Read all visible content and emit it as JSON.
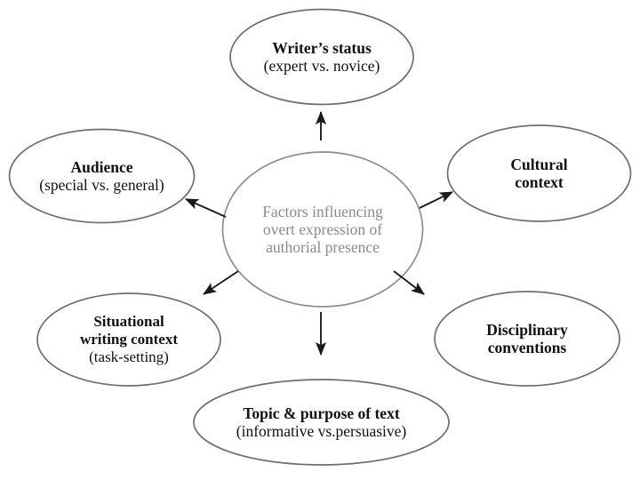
{
  "diagram": {
    "type": "concept-map",
    "title": "Factors influencing overt expression of authorial presence",
    "colors": {
      "ellipse_stroke": "#6e6e6e",
      "center_text": "#8a8a8a",
      "node_text": "#111111",
      "arrow": "#1a1a1a",
      "background": "#ffffff"
    },
    "center": {
      "name": "center-node",
      "lines": [
        "Factors influencing",
        "overt expression of",
        "authorial presence"
      ],
      "line1": "Factors influencing",
      "line2": "overt expression of",
      "line3": "authorial presence"
    },
    "nodes": [
      {
        "id": "writer-status",
        "position": "top",
        "line1": "Writer’s status",
        "line2": "(expert vs. novice)"
      },
      {
        "id": "audience",
        "position": "left-upper",
        "line1": "Audience",
        "line2": "(special vs. general)"
      },
      {
        "id": "cultural-context",
        "position": "right-upper",
        "line1": "Cultural",
        "line2": "context"
      },
      {
        "id": "situational-writing-context",
        "position": "left-lower",
        "line1": "Situational",
        "line2": "writing context",
        "line3": "(task-setting)"
      },
      {
        "id": "disciplinary-conventions",
        "position": "right-lower",
        "line1": "Disciplinary",
        "line2": "conventions"
      },
      {
        "id": "topic-purpose-of-text",
        "position": "bottom",
        "line1": "Topic & purpose of text",
        "line2": "(informative vs.persuasive)"
      }
    ]
  }
}
